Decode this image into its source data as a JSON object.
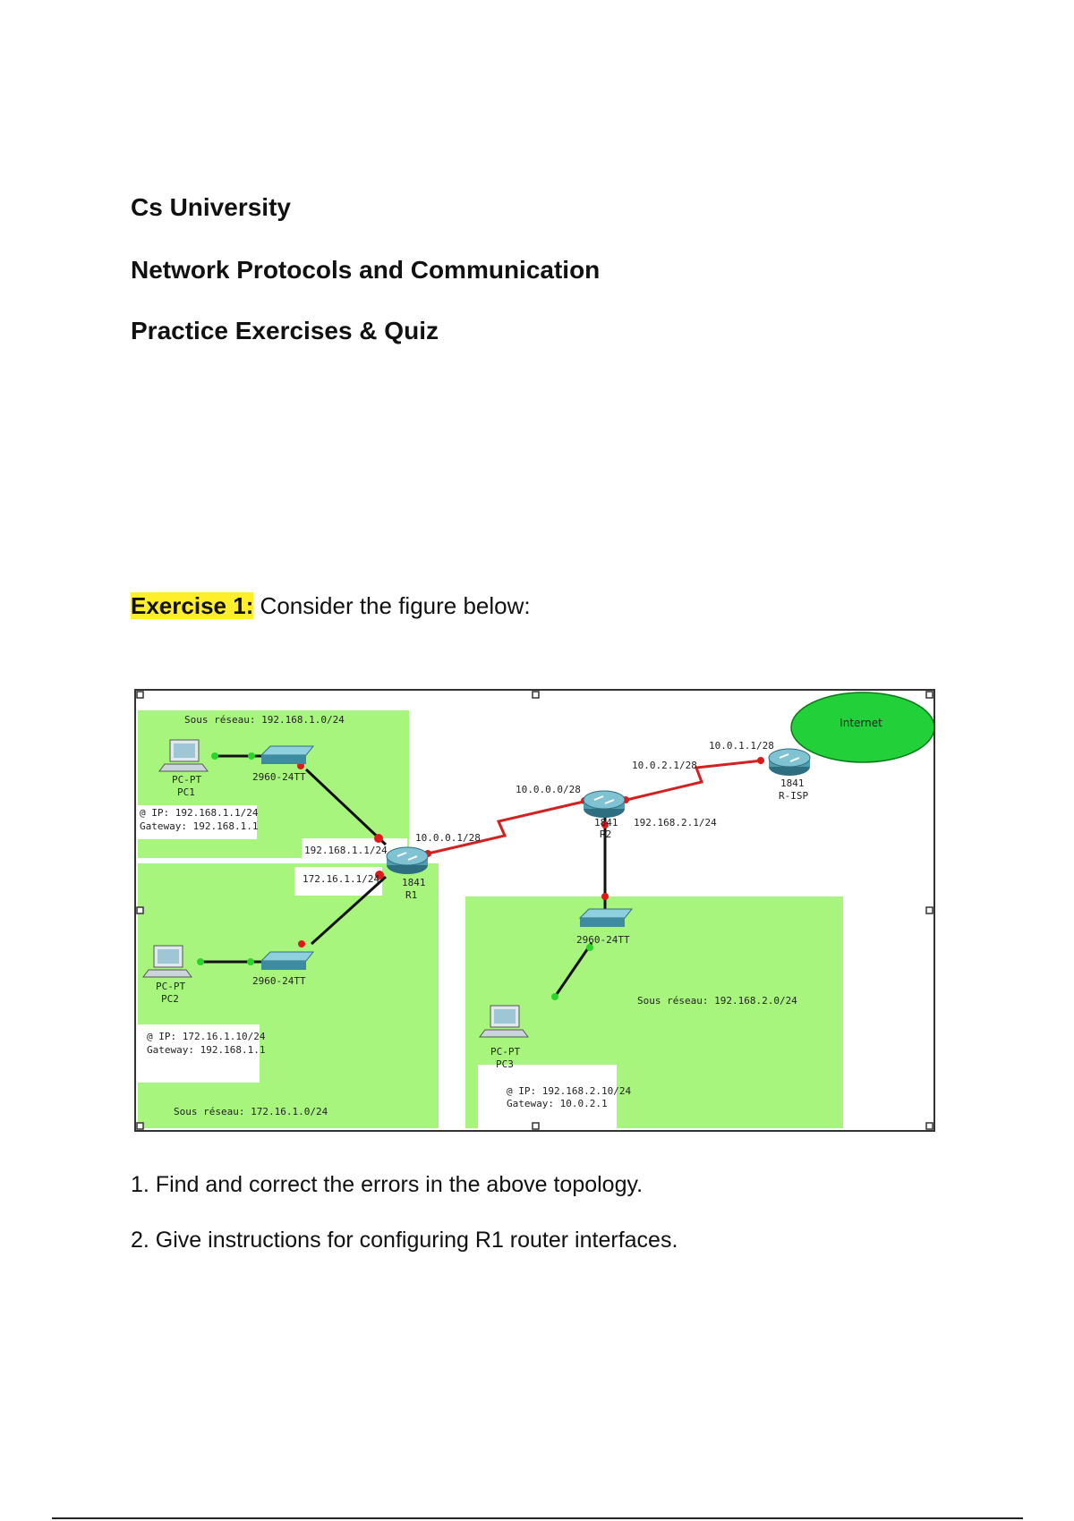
{
  "header": {
    "university": "Cs University",
    "course": "Network Protocols and Communication",
    "doc_type": "Practice Exercises & Quiz"
  },
  "exercise": {
    "label": "Exercise 1:",
    "intro": " Consider the figure below:",
    "questions": [
      "1. Find and correct the errors in the above topology.",
      "2. Give instructions for configuring R1 router interfaces."
    ]
  },
  "topology": {
    "colors": {
      "zone": "#a8f57e",
      "wan_link": "#d42020",
      "lan_link": "#111111",
      "internet": "#22d03a"
    },
    "internet": "Internet",
    "subnets": {
      "pc1": "Sous réseau: 192.168.1.0/24",
      "pc2": "Sous réseau: 172.16.1.0/24",
      "pc3": "Sous réseau: 192.168.2.0/24"
    },
    "routers": {
      "r1_model": "1841",
      "r1_name": "R1",
      "r2_model": "1841",
      "r2_name": "R2",
      "risp_model": "1841",
      "risp_name": "R-ISP"
    },
    "switches": {
      "sw1": "2960-24TT",
      "sw2": "2960-24TT",
      "sw3": "2960-24TT"
    },
    "pcs": {
      "pc1_type": "PC-PT",
      "pc1_name": "PC1",
      "pc1_ip": "@ IP: 192.168.1.1/24",
      "pc1_gw": "Gateway: 192.168.1.1",
      "pc2_type": "PC-PT",
      "pc2_name": "PC2",
      "pc2_ip": "@ IP: 172.16.1.10/24",
      "pc2_gw": "Gateway: 192.168.1.1",
      "pc3_type": "PC-PT",
      "pc3_name": "PC3",
      "pc3_ip": "@ IP: 192.168.2.10/24",
      "pc3_gw": "Gateway: 10.0.2.1"
    },
    "interfaces": {
      "r1_lan1": "192.168.1.1/24",
      "r1_lan2": "172.16.1.1/24",
      "r1_wan": "10.0.0.1/28",
      "r2_wan1": "10.0.0.0/28",
      "r2_wan2": "10.0.2.1/28",
      "r2_lan": "192.168.2.1/24",
      "risp_wan": "10.0.1.1/28"
    }
  }
}
